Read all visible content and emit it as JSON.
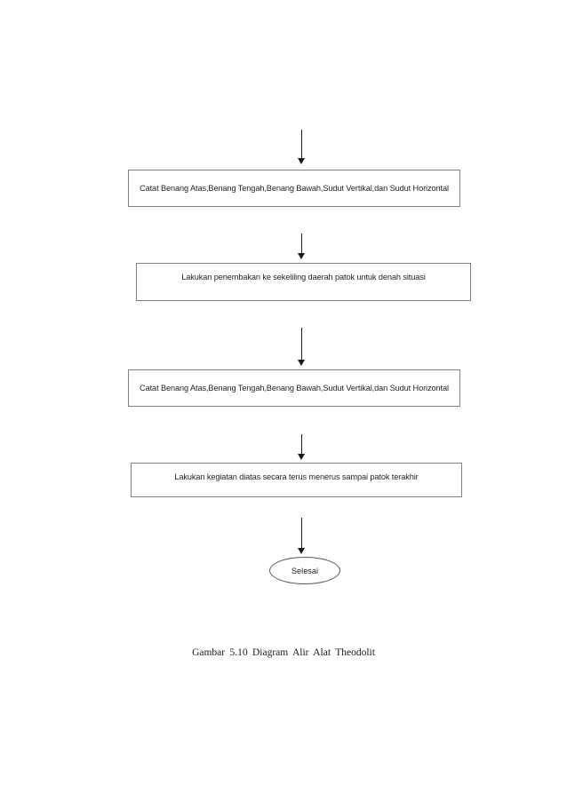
{
  "diagram": {
    "type": "flowchart",
    "orientation": "vertical-top-to-bottom",
    "nodes": [
      {
        "id": "record-1",
        "shape": "rectangle",
        "text": "Catat Benang Atas,Benang Tengah,Benang Bawah,Sudut Vertikal,dan Sudut Horizontal"
      },
      {
        "id": "sight",
        "shape": "rectangle",
        "text": "Lakukan penembakan ke sekeliling daerah patok untuk denah situasi"
      },
      {
        "id": "record-2",
        "shape": "rectangle",
        "text": "Catat Benang Atas,Benang Tengah,Benang Bawah,Sudut Vertikal,dan Sudut Horizontal"
      },
      {
        "id": "repeat",
        "shape": "rectangle",
        "text": "Lakukan kegiatan diatas secara terus menerus sampai patok terakhir"
      },
      {
        "id": "end",
        "shape": "ellipse",
        "text": "Selesai"
      }
    ],
    "connectors": [
      {
        "id": "arrow-1",
        "from": "above",
        "to": "record-1",
        "style": "solid-arrow-down"
      },
      {
        "id": "arrow-2",
        "from": "record-1",
        "to": "sight",
        "style": "solid-arrow-down"
      },
      {
        "id": "arrow-3",
        "from": "sight",
        "to": "record-2",
        "style": "solid-arrow-down"
      },
      {
        "id": "arrow-4",
        "from": "record-2",
        "to": "repeat",
        "style": "solid-arrow-down"
      },
      {
        "id": "arrow-5",
        "from": "repeat",
        "to": "end",
        "style": "solid-arrow-down"
      }
    ]
  },
  "caption": {
    "text": "Gambar  5.10 Diagram  Alir  Alat  Theodolit"
  },
  "colors": {
    "box_border": "#808080",
    "ellipse_border": "#5a5a5a",
    "text": "#231f20",
    "arrow": "#1a1a1a",
    "background": "#ffffff"
  }
}
